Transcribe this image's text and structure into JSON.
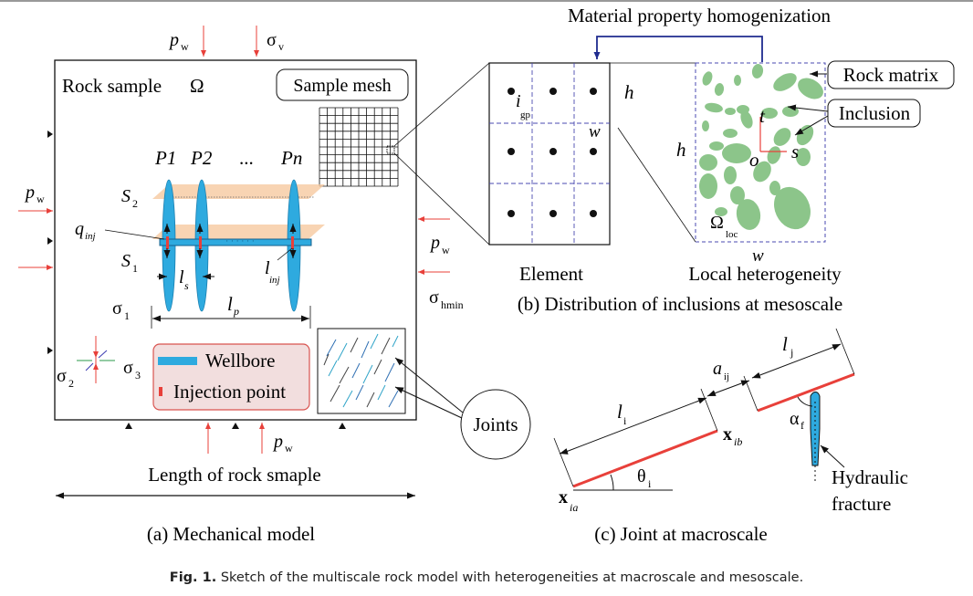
{
  "colors": {
    "ink": "#111111",
    "red": "#e8403a",
    "navy": "#1f2b8f",
    "cyan": "#2eaadf",
    "inclusion": "#8cc58a",
    "band": "#f6c9a0",
    "legend_fill": "#f2dede",
    "legend_border": "#d9534f",
    "dashed": "#4a4ab0"
  },
  "panel_a": {
    "caption": "(a) Mechanical model",
    "title": "Rock sample",
    "omega": "Ω",
    "mesh_label": "Sample mesh",
    "planes": [
      "P1",
      "P2",
      "...",
      "Pn"
    ],
    "s2": "S",
    "s2_sub": "2",
    "s1": "S",
    "s1_sub": "1",
    "q_inj": "q",
    "q_inj_sub": "inj",
    "l_s": "l",
    "l_s_sub": "s",
    "l_inj": "l",
    "l_inj_sub": "inj",
    "l_p": "l",
    "l_p_sub": "p",
    "sigma1": "σ",
    "sigma1_sub": "1",
    "sigma2": "σ",
    "sigma2_sub": "2",
    "sigma3": "σ",
    "sigma3_sub": "3",
    "sigma_v": "σ",
    "sigma_v_sub": "v",
    "sigma_hmin": "σ",
    "sigma_hmin_sub": "hmin",
    "p_w": "p",
    "p_w_sub": "w",
    "legend_wellbore": "Wellbore",
    "legend_injection": "Injection point",
    "joints_label": "Joints",
    "length_label": "Length of rock smaple"
  },
  "panel_b": {
    "title": "Material property homogenization",
    "caption": "(b) Distribution of inclusions at mesoscale",
    "element_label": "Element",
    "local_label": "Local heterogeneity",
    "i_gp": "i",
    "i_gp_sub": "gp",
    "h": "h",
    "w": "w",
    "rock_matrix": "Rock matrix",
    "inclusion": "Inclusion",
    "t": "t",
    "o": "o",
    "s": "s",
    "omega_loc": "Ω",
    "omega_loc_sub": "loc"
  },
  "panel_c": {
    "caption": "(c) Joint at macroscale",
    "l_i": "l",
    "l_i_sub": "i",
    "l_j": "l",
    "l_j_sub": "j",
    "a_ij": "a",
    "a_ij_sub": "ij",
    "alpha_f": "α",
    "alpha_f_sub": "f",
    "theta_i": "θ",
    "theta_i_sub": "i",
    "x_ia": "x",
    "x_ia_sub": "ia",
    "x_ib": "x",
    "x_ib_sub": "ib",
    "hydraulic_1": "Hydraulic",
    "hydraulic_2": "fracture"
  },
  "figure_caption": {
    "label": "Fig. 1.",
    "text": " Sketch of the multiscale rock model with heterogeneities at macroscale and mesoscale."
  }
}
